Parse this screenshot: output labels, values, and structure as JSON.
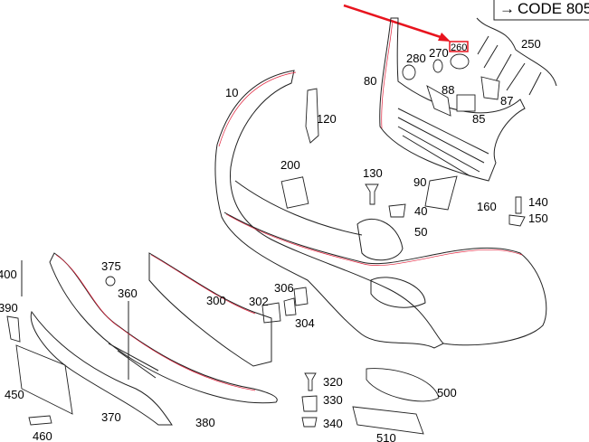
{
  "code_note": {
    "arrow": "→",
    "text": "CODE 805"
  },
  "highlight_color": "#e8141e",
  "highlighted_part": "260",
  "labels": [
    "10",
    "120",
    "200",
    "130",
    "90",
    "40",
    "50",
    "160",
    "140",
    "150",
    "80",
    "280",
    "270",
    "260",
    "250",
    "88",
    "87",
    "85",
    "400",
    "390",
    "375",
    "360",
    "300",
    "302",
    "306",
    "304",
    "450",
    "460",
    "370",
    "380",
    "320",
    "330",
    "340",
    "500",
    "510"
  ]
}
